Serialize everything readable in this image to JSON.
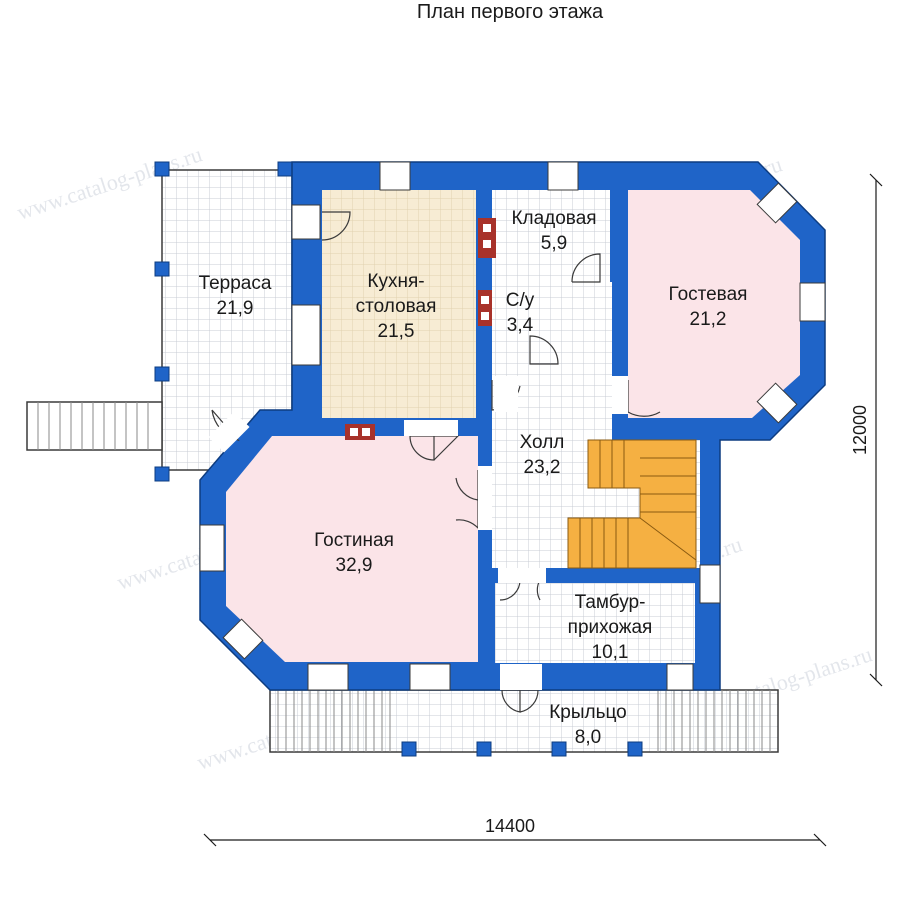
{
  "plan": {
    "title": "План первого этажа",
    "watermark": "www.catalog-plans.ru",
    "dimension_width": "14400",
    "dimension_height": "12000",
    "rooms": [
      {
        "id": "terrace",
        "name": "Терраса",
        "area": "21,9"
      },
      {
        "id": "kitchen",
        "name_line1": "Кухня-",
        "name_line2": "столовая",
        "area": "21,5"
      },
      {
        "id": "storage",
        "name": "Кладовая",
        "area": "5,9"
      },
      {
        "id": "wc",
        "name": "С/у",
        "area": "3,4"
      },
      {
        "id": "guest",
        "name": "Гостевая",
        "area": "21,2"
      },
      {
        "id": "hall",
        "name": "Холл",
        "area": "23,2"
      },
      {
        "id": "living",
        "name": "Гостиная",
        "area": "32,9"
      },
      {
        "id": "vestibule",
        "name_line1": "Тамбур-",
        "name_line2": "прихожая",
        "area": "10,1"
      },
      {
        "id": "porch",
        "name": "Крыльцо",
        "area": "8,0"
      }
    ],
    "colors": {
      "wall": "#1f64c8",
      "grid_floor": "#ffffff",
      "grid_line": "#c8ccd4",
      "kitchen_floor": "#f7ecd4",
      "guest_floor": "#fbe4e8",
      "wc_floor": "#dcecf4",
      "stairs": "#f5b042",
      "brick": "#a8322a",
      "outline": "#3a3a3a"
    }
  }
}
